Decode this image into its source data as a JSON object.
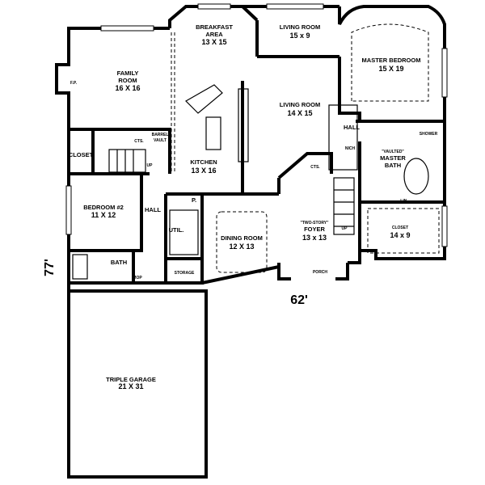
{
  "rooms": {
    "breakfast": {
      "name": "BREAKFAST",
      "name2": "AREA",
      "size": "13 X 15"
    },
    "living_small": {
      "name": "LIVING ROOM",
      "size": "15 x 9"
    },
    "master_bedroom": {
      "name": "MASTER BEDROOM",
      "size": "15 X 19"
    },
    "family": {
      "name": "FAMILY",
      "name2": "ROOM",
      "size": "16 X 16",
      "fireplace": "F.P."
    },
    "living_large": {
      "name": "LIVING ROOM",
      "size": "14 X 15"
    },
    "hall_right": {
      "name": "HALL"
    },
    "niche": {
      "name": "NICH"
    },
    "master_bath": {
      "note": "\"VAULTED\"",
      "name": "MASTER",
      "name2": "BATH",
      "shower": "SHOWER"
    },
    "closet_left": {
      "name": "CLOSET"
    },
    "cts_left": {
      "name": "CTS."
    },
    "barrel_vault": {
      "name": "BARREL",
      "name2": "VAULT"
    },
    "up_left": {
      "name": "UP"
    },
    "kitchen": {
      "name": "KITCHEN",
      "size": "13 X 16"
    },
    "cts_foyer": {
      "name": "CTS."
    },
    "linen": {
      "name": "LIN."
    },
    "bedroom2": {
      "name": "BEDROOM #2",
      "size": "11 X 12"
    },
    "hall_left": {
      "name": "HALL"
    },
    "pantry": {
      "name": "P."
    },
    "util": {
      "name": "UTIL."
    },
    "dining": {
      "name": "DINING ROOM",
      "size": "12 X 13"
    },
    "foyer": {
      "note": "\"TWO-STORY\"",
      "name": "FOYER",
      "size": "13 x 13"
    },
    "up_foyer": {
      "name": "UP"
    },
    "closet_master": {
      "name": "CLOSET",
      "size": "14 x 9"
    },
    "bath": {
      "name": "BATH"
    },
    "mop": {
      "name": "MOP"
    },
    "storage": {
      "name": "STORAGE"
    },
    "porch": {
      "name": "PORCH"
    },
    "garage": {
      "name": "TRIPLE GARAGE",
      "size": "21 X 31"
    }
  },
  "dimensions": {
    "depth": "77'",
    "width": "62'"
  }
}
